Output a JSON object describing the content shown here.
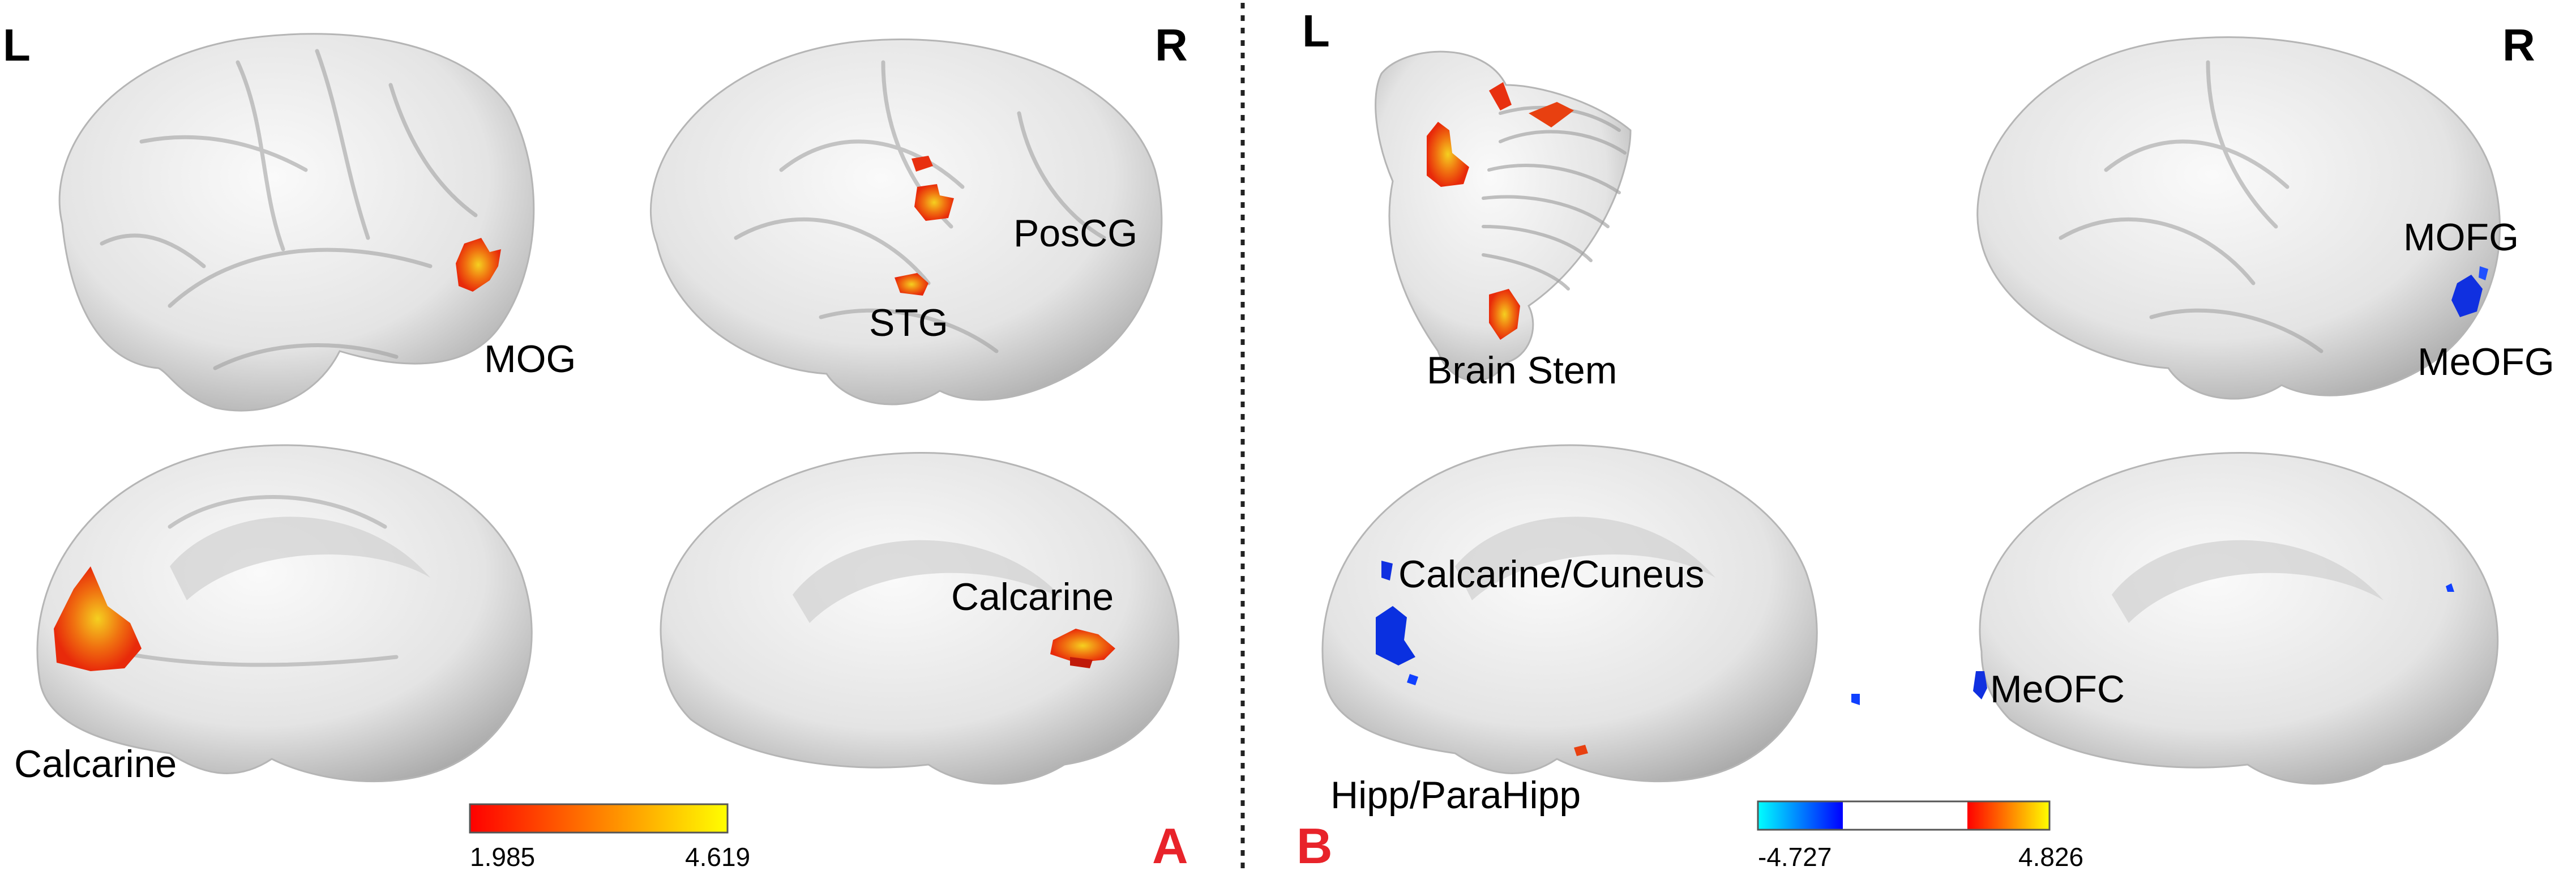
{
  "panel_a": {
    "letter": "A",
    "hemi_left": "L",
    "hemi_right": "R",
    "regions": [
      "MOG",
      "PosCG",
      "STG",
      "Calcarine",
      "Calcarine"
    ],
    "colorbar": {
      "min_label": "1.985",
      "max_label": "4.619",
      "colors": [
        "#ff0000",
        "#ff8000",
        "#ffff00"
      ]
    }
  },
  "panel_b": {
    "letter": "B",
    "hemi_left": "L",
    "hemi_right": "R",
    "regions": [
      "Brain Stem",
      "MOFG",
      "MeOFG",
      "Calcarine/Cuneus",
      "MeOFC",
      "Hipp/ParaHipp"
    ],
    "colorbar": {
      "min_label": "-4.727",
      "max_label": "4.826",
      "neg_colors": [
        "#00ffff",
        "#0000ff"
      ],
      "pos_colors": [
        "#ff0000",
        "#ffff00"
      ]
    }
  },
  "colors": {
    "panel_letter": "#e8232a",
    "activation_red": "#e84010",
    "activation_yellow": "#f5d020",
    "activation_blue": "#1030e0"
  }
}
